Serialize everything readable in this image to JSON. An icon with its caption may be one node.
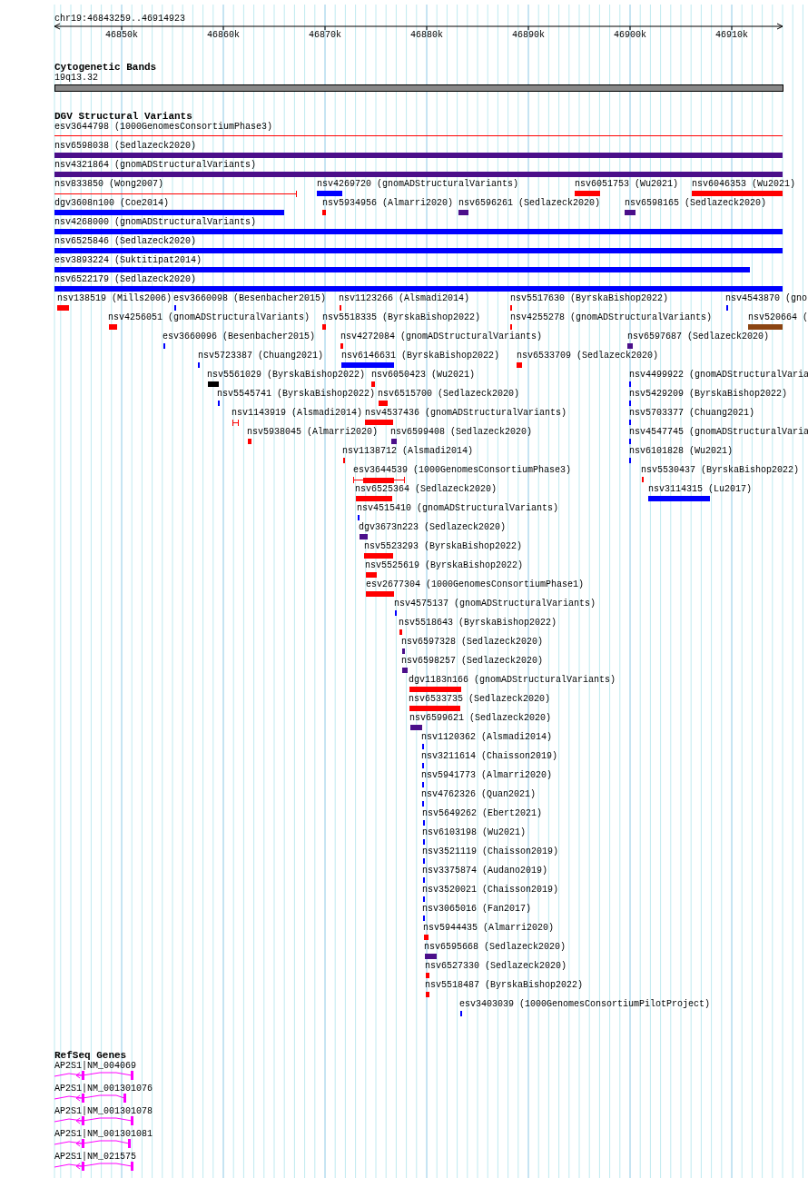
{
  "diagram": {
    "title": "chr19:46843259..46914923",
    "labels": [
      "46850k",
      "46860k",
      "46870k",
      "46880k",
      "46890k",
      "46900k",
      "46910k",
      "Cytogenetic Bands",
      "19q13.32",
      "DGV Structural Variants",
      "esv3644798 (1000GenomesConsortiumPhase3)",
      "nsv6598038 (Sedlazeck2020)",
      "nsv4321864 (gnomADStructuralVariants)",
      "nsv833850 (Wong2007)",
      "nsv4269720 (gnomADStructuralVariants)",
      "nsv6051753 (Wu2021)",
      "nsv6046353 (Wu2021)",
      "dgv3608n100 (Coe2014)",
      "nsv5934956 (Almarri2020)",
      "nsv6596261 (Sedlazeck2020)",
      "nsv6598165 (Sedlazeck2020)",
      "nsv4268000 (gnomADStructuralVariants)",
      "nsv6525846 (Sedlazeck2020)",
      "esv3893224 (Suktitipat2014)",
      "nsv6522179 (Sedlazeck2020)",
      "nsv138519 (Mills2006)",
      "esv3660098 (Besenbacher2015)",
      "nsv1123266 (Alsmadi2014)",
      "nsv5517630 (ByrskaBishop2022)",
      "nsv4543870 (gno",
      "nsv4256051 (gnomADStructuralVariants)",
      "nsv5518335 (ByrskaBishop2022)",
      "nsv4255278 (gnomADStructuralVariants)",
      "nsv520664 (",
      "esv3660096 (Besenbacher2015)",
      "nsv4272084 (gnomADStructuralVariants)",
      "nsv6597687 (Sedlazeck2020)",
      "nsv5723387 (Chuang2021)",
      "nsv6146631 (ByrskaBishop2022)",
      "nsv6533709 (Sedlazeck2020)",
      "nsv5561029 (ByrskaBishop2022)",
      "nsv6050423 (Wu2021)",
      "nsv4499922 (gnomADStructuralVaria",
      "nsv5545741 (ByrskaBishop2022)",
      "nsv6515700 (Sedlazeck2020)",
      "nsv5429209 (ByrskaBishop2022)",
      "nsv1143919 (Alsmadi2014)",
      "nsv4537436 (gnomADStructuralVariants)",
      "nsv5703377 (Chuang2021)",
      "nsv5938045 (Almarri2020)",
      "nsv6599408 (Sedlazeck2020)",
      "nsv4547745 (gnomADStructuralVaria",
      "nsv1138712 (Alsmadi2014)",
      "nsv6101828 (Wu2021)",
      "esv3644539 (1000GenomesConsortiumPhase3)",
      "nsv5530437 (ByrskaBishop2022)",
      "nsv6525364 (Sedlazeck2020)",
      "nsv3114315 (Lu2017)",
      "nsv4515410 (gnomADStructuralVariants)",
      "dgv3673n223 (Sedlazeck2020)",
      "nsv5523293 (ByrskaBishop2022)",
      "nsv5525619 (ByrskaBishop2022)",
      "esv2677304 (1000GenomesConsortiumPhase1)",
      "nsv4575137 (gnomADStructuralVariants)",
      "nsv5518643 (ByrskaBishop2022)",
      "nsv6597328 (Sedlazeck2020)",
      "nsv6598257 (Sedlazeck2020)",
      "dgv1183n166 (gnomADStructuralVariants)",
      "nsv6533735 (Sedlazeck2020)",
      "nsv6599621 (Sedlazeck2020)",
      "nsv1120362 (Alsmadi2014)",
      "nsv3211614 (Chaisson2019)",
      "nsv5941773 (Almarri2020)",
      "nsv4762326 (Quan2021)",
      "nsv5649262 (Ebert2021)",
      "nsv6103198 (Wu2021)",
      "nsv3521119 (Chaisson2019)",
      "nsv3375874 (Audano2019)",
      "nsv3520021 (Chaisson2019)",
      "nsv3065016 (Fan2017)",
      "nsv5944435 (Almarri2020)",
      "nsv6595668 (Sedlazeck2020)",
      "nsv6527330 (Sedlazeck2020)",
      "nsv5518487 (ByrskaBishop2022)",
      "esv3403039 (1000GenomesConsortiumPilotProject)",
      "RefSeq Genes",
      "AP2S1|NM_004069",
      "AP2S1|NM_001301076",
      "AP2S1|NM_001301078",
      "AP2S1|NM_001301081",
      "AP2S1|NM_021575"
    ]
  }
}
